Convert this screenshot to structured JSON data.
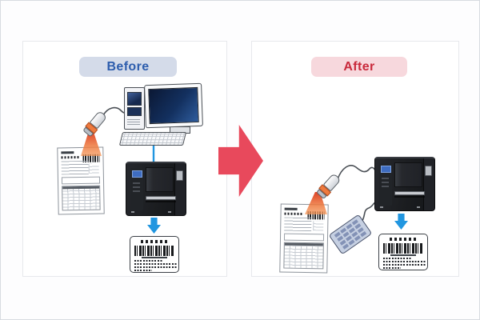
{
  "diagram": {
    "type": "before-after-comparison",
    "subject": "barcode label printing workflow"
  },
  "before": {
    "label": "Before",
    "badge_bg": "#d4dbe9",
    "badge_text_color": "#2d5dad",
    "items": [
      "source-document-with-barcode",
      "handheld-barcode-scanner",
      "desktop-computer",
      "label-printer",
      "down-arrow",
      "printed-barcode-label"
    ]
  },
  "after": {
    "label": "After",
    "badge_bg": "#f7d8dd",
    "badge_text_color": "#c92a3c",
    "items": [
      "source-document-with-barcode",
      "handheld-barcode-scanner",
      "numeric-keypad",
      "label-printer",
      "down-arrow",
      "printed-barcode-label"
    ]
  },
  "transition": {
    "icon": "right-arrow",
    "color": "#e8495c"
  },
  "colors": {
    "accent_blue": "#2196e0",
    "accent_red": "#e8495c",
    "scanner_beam": "#ee7a3e",
    "printer_body": "#1a1c1f",
    "printer_display": "#3e6cc0"
  }
}
